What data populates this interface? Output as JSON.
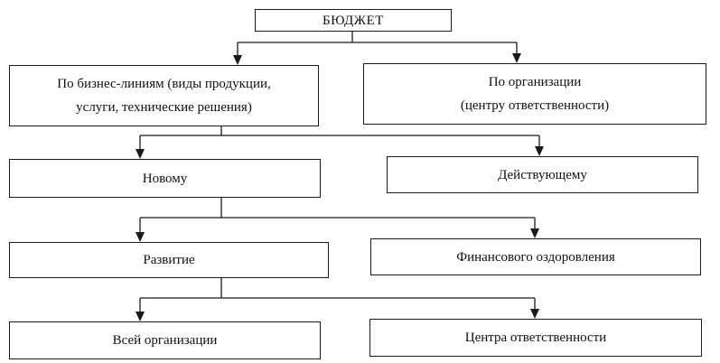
{
  "boxes": {
    "root": {
      "label": "БЮДЖЕТ"
    },
    "by_business_lines": {
      "line1": "По бизнес-линиям (виды продукции,",
      "line2": "услуги, технические решения)"
    },
    "by_organization": {
      "line1": "По организации",
      "line2": "(центру ответственности)"
    },
    "new_business": {
      "label": "Новому"
    },
    "existing_business": {
      "label": "Действующему"
    },
    "development": {
      "label": "Развитие"
    },
    "financial_recovery": {
      "label": "Финансового оздоровления"
    },
    "whole_organization": {
      "label": "Всей организации"
    },
    "responsibility_center": {
      "label": "Центра ответственности"
    }
  },
  "connections": [
    {
      "from": "root",
      "to": [
        "by_business_lines",
        "by_organization"
      ]
    },
    {
      "from": "by_business_lines",
      "to": [
        "new_business",
        "existing_business"
      ]
    },
    {
      "from": "new_business",
      "to": [
        "development",
        "financial_recovery"
      ]
    },
    {
      "from": "development",
      "to": [
        "whole_organization",
        "responsibility_center"
      ]
    }
  ],
  "colors": {
    "stroke": "#1a1a1a",
    "background": "#ffffff"
  }
}
